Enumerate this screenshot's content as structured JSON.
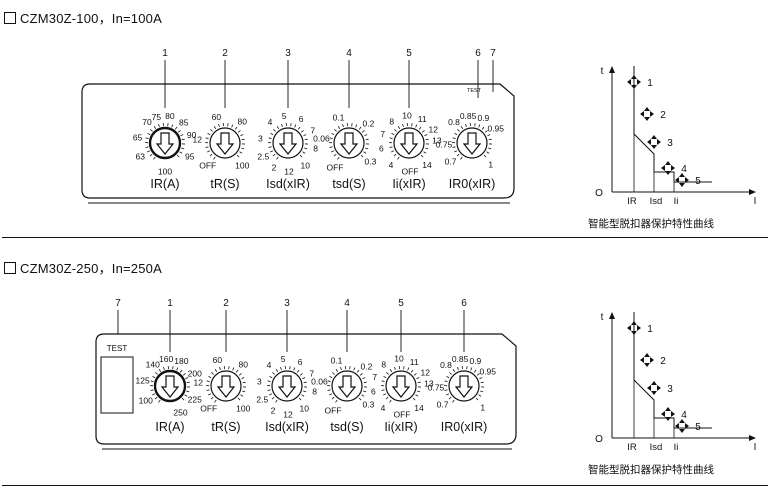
{
  "sections": [
    {
      "title": "CZM30Z-100，In=100A",
      "caption": "智能型脱扣器保护特性曲线",
      "test_label": "TEST",
      "callouts": [
        "1",
        "2",
        "3",
        "4",
        "5",
        "6",
        "7"
      ],
      "dials": [
        {
          "name": "IR(A)",
          "label_main": "IR",
          "label_sub": "(A)",
          "ticks": [
            "70",
            "75",
            "80",
            "85",
            "90",
            "95",
            "100",
            "63",
            "65"
          ]
        },
        {
          "name": "tR(S)",
          "label_main": "tR",
          "label_sub": "(S)",
          "ticks": [
            "60",
            "80",
            "100",
            "OFF",
            "12"
          ]
        },
        {
          "name": "Isd(xIR)",
          "label_main": "Isd",
          "label_sub": "(xIR)",
          "ticks": [
            "4",
            "5",
            "6",
            "7",
            "8",
            "10",
            "12",
            "2",
            "2.5",
            "3"
          ]
        },
        {
          "name": "tsd(S)",
          "label_main": "tsd",
          "label_sub": "(S)",
          "ticks": [
            "0.1",
            "0.2",
            "0.3",
            "OFF",
            "0.06"
          ]
        },
        {
          "name": "Ii(xIR)",
          "label_main": "Ii",
          "label_sub": "(xIR)",
          "ticks": [
            "8",
            "10",
            "11",
            "12",
            "13",
            "14",
            "OFF",
            "4",
            "6",
            "7"
          ]
        },
        {
          "name": "IR0(xIR)",
          "label_main": "IR0",
          "label_sub": "(xIR)",
          "ticks": [
            "0.8",
            "0.85",
            "0.9",
            "0.95",
            "1",
            "0.7",
            "0.75"
          ]
        }
      ],
      "curve": {
        "axis_t": "t",
        "axis_i": "I",
        "origin": "O",
        "marks": [
          "IR",
          "Isd",
          "Ii"
        ],
        "points": [
          "1",
          "2",
          "3",
          "4",
          "5"
        ]
      }
    },
    {
      "title": "CZM30Z-250，In=250A",
      "caption": "智能型脱扣器保护特性曲线",
      "test_label": "TEST",
      "callouts": [
        "7",
        "1",
        "2",
        "3",
        "4",
        "5",
        "6"
      ],
      "dials": [
        {
          "name": "IR(A)",
          "label_main": "IR",
          "label_sub": "(A)",
          "ticks": [
            "140",
            "160",
            "180",
            "200",
            "225",
            "250",
            "100",
            "125"
          ]
        },
        {
          "name": "tR(S)",
          "label_main": "tR",
          "label_sub": "(S)",
          "ticks": [
            "60",
            "80",
            "100",
            "OFF",
            "12"
          ]
        },
        {
          "name": "Isd(xIR)",
          "label_main": "Isd",
          "label_sub": "(xIR)",
          "ticks": [
            "4",
            "5",
            "6",
            "7",
            "8",
            "10",
            "12",
            "2",
            "2.5",
            "3"
          ]
        },
        {
          "name": "tsd(S)",
          "label_main": "tsd",
          "label_sub": "(S)",
          "ticks": [
            "0.1",
            "0.2",
            "0.3",
            "OFF",
            "0.06"
          ]
        },
        {
          "name": "Ii(xIR)",
          "label_main": "Ii",
          "label_sub": "(xIR)",
          "ticks": [
            "8",
            "10",
            "11",
            "12",
            "13",
            "14",
            "OFF",
            "4",
            "6",
            "7"
          ]
        },
        {
          "name": "IR0(xIR)",
          "label_main": "IR0",
          "label_sub": "(xIR)",
          "ticks": [
            "0.8",
            "0.85",
            "0.9",
            "0.95",
            "1",
            "0.7",
            "0.75"
          ]
        }
      ],
      "curve": {
        "axis_t": "t",
        "axis_i": "I",
        "origin": "O",
        "marks": [
          "IR",
          "Isd",
          "Ii"
        ],
        "points": [
          "1",
          "2",
          "3",
          "4",
          "5"
        ]
      }
    }
  ]
}
